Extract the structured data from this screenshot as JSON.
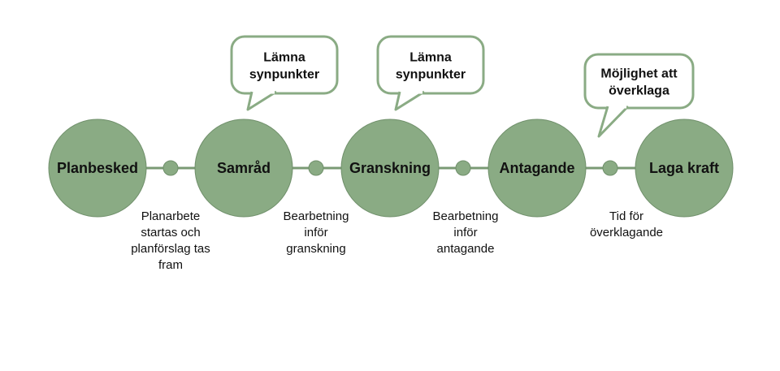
{
  "colors": {
    "circle_fill": "#8aab84",
    "circle_stroke": "#6f8f6a",
    "connector": "#7a9a74",
    "bubble_stroke": "#8aab84",
    "text": "#111111"
  },
  "steps": [
    {
      "label": "Planbesked"
    },
    {
      "label": "Samråd"
    },
    {
      "label": "Granskning"
    },
    {
      "label": "Antagande"
    },
    {
      "label": "Laga kraft"
    }
  ],
  "phases": [
    {
      "lines": [
        "Planarbete",
        "startas och",
        "planförslag tas",
        "fram"
      ]
    },
    {
      "lines": [
        "Bearbetning",
        "inför",
        "granskning"
      ]
    },
    {
      "lines": [
        "Bearbetning",
        "inför",
        "antagande"
      ]
    },
    {
      "lines": [
        "Tid för",
        "överklagande"
      ]
    }
  ],
  "bubbles": [
    {
      "lines": [
        "Lämna",
        "synpunkter"
      ]
    },
    {
      "lines": [
        "Lämna",
        "synpunkter"
      ]
    },
    {
      "lines": [
        "Möjlighet att",
        "överklaga"
      ]
    }
  ]
}
